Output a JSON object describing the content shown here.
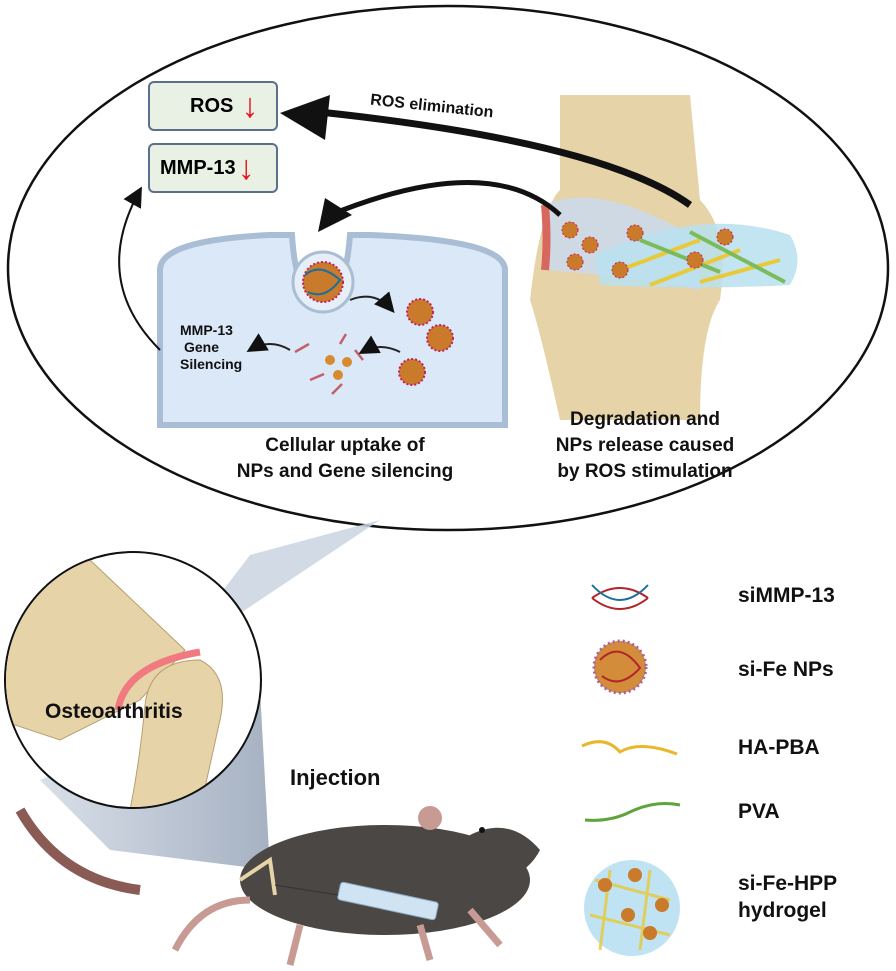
{
  "top_panel": {
    "result_boxes": [
      {
        "label": "ROS",
        "indicator": "down-arrow"
      },
      {
        "label": "MMP-13",
        "indicator": "down-arrow"
      }
    ],
    "arrow_label": "ROS elimination",
    "cell_note": [
      "MMP-13",
      "Gene",
      "Silencing"
    ],
    "cell_caption": [
      "Cellular uptake of",
      "NPs and Gene silencing"
    ],
    "knee_caption": [
      "Degradation and",
      "NPs release caused",
      "by ROS stimulation"
    ]
  },
  "bottom_panel": {
    "zoom_label": "Osteoarthritis",
    "injection_label": "Injection"
  },
  "legend": [
    {
      "icon": "sirna-helix-icon",
      "label": "siMMP-13"
    },
    {
      "icon": "nanoparticle-icon",
      "label": "si-Fe NPs"
    },
    {
      "icon": "ha-pba-chain-icon",
      "label": "HA-PBA"
    },
    {
      "icon": "pva-chain-icon",
      "label": "PVA"
    },
    {
      "icon": "hydrogel-icon",
      "label": "si-Fe-HPP",
      "label2": "hydrogel"
    }
  ],
  "colors": {
    "down_arrow": "#e8141b",
    "box_fill": "#e8f1e4",
    "cell": "#dbe8f7",
    "bone": "#e6d3a7",
    "cartilage": "#f07a80",
    "mouse": "#4a4744"
  }
}
